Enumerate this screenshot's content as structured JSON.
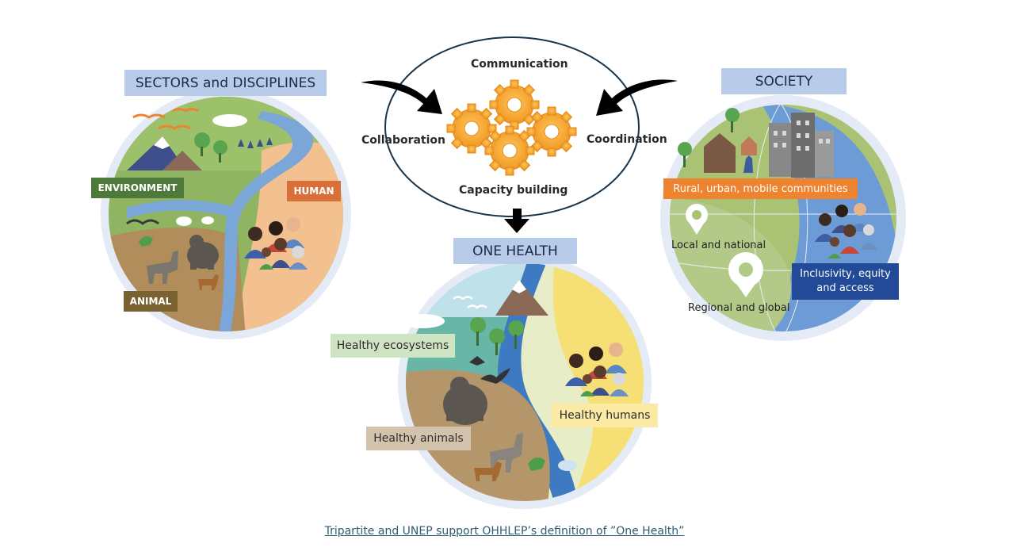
{
  "cycle": {
    "top": "Communication",
    "left": "Collaboration",
    "right": "Coordination",
    "bottom": "Capacity building"
  },
  "sectors": {
    "title": "SECTORS and DISCIPLINES",
    "environment": "ENVIRONMENT",
    "human": "HUMAN",
    "animal": "ANIMAL"
  },
  "society": {
    "title": "SOCIETY",
    "communities": "Rural, urban, mobile communities",
    "local": "Local and national",
    "regional": "Regional and global",
    "inclusivity_line1": "Inclusivity, equity",
    "inclusivity_line2": "and access"
  },
  "one_health": {
    "title": "ONE HEALTH",
    "ecosystems": "Healthy ecosystems",
    "humans": "Healthy humans",
    "animals": "Healthy animals"
  },
  "caption": "Tripartite and UNEP support OHHLEP’s definition of ”One Health”",
  "colors": {
    "title_bg": "#b8cbe8",
    "environment": "#4d7a3a",
    "human": "#d9703a",
    "animal": "#7a6130",
    "communities": "#ee8330",
    "inclusivity": "#234a96",
    "ecosystems": "#cfe4c3",
    "humans": "#faeaa3",
    "animals": "#d3c3ac",
    "gear": "#f3a531",
    "caption": "#2d5c73"
  }
}
